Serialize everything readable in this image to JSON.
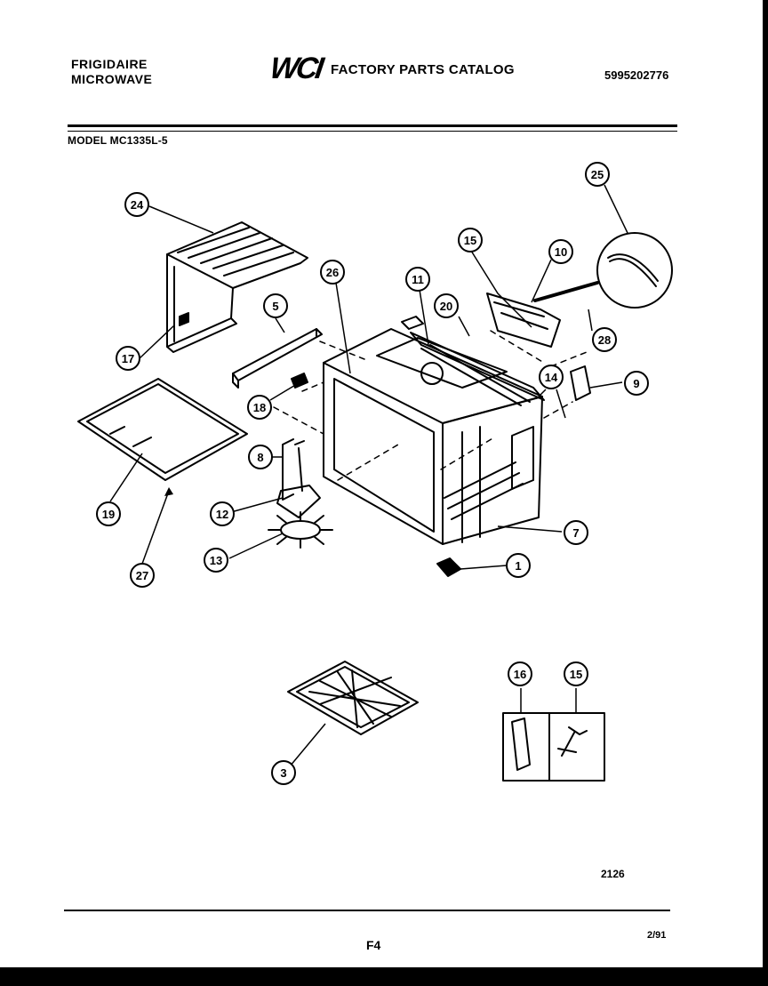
{
  "header": {
    "brand_line1": "FRIGIDAIRE",
    "brand_line2": "MICROWAVE",
    "logo": "WCI",
    "catalog_title": "FACTORY PARTS CATALOG",
    "part_number": "5995202776",
    "model": "MODEL MC1335L-5"
  },
  "footer": {
    "diagram_number": "2126",
    "page_code": "F4",
    "date_code": "2/91"
  },
  "callouts": [
    "24",
    "17",
    "5",
    "26",
    "11",
    "15",
    "10",
    "25",
    "20",
    "28",
    "14",
    "9",
    "18",
    "19",
    "27",
    "8",
    "12",
    "13",
    "7",
    "1",
    "3",
    "16",
    "15"
  ]
}
